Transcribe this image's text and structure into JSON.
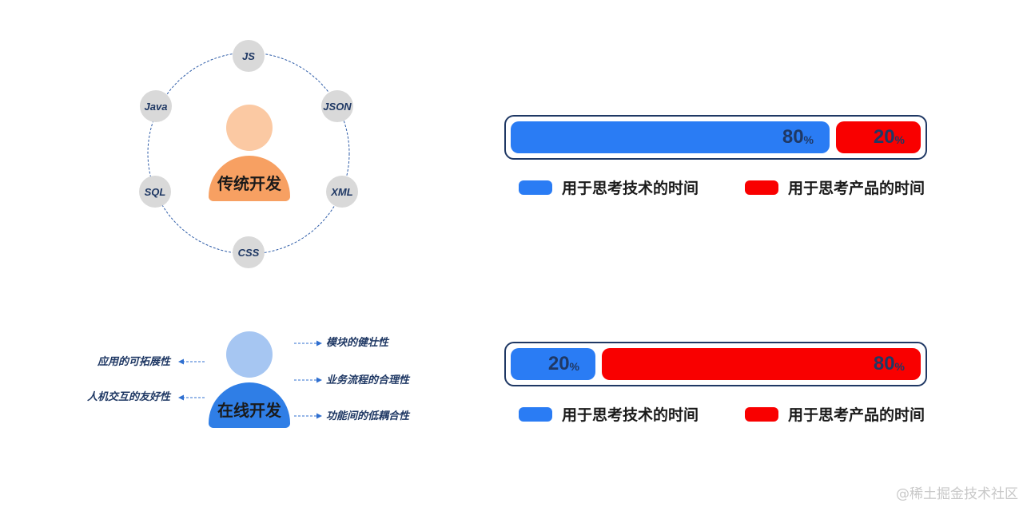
{
  "traditional": {
    "label": "传统开发",
    "head_color": "#fbc9a3",
    "body_color": "#f7a062",
    "nodes": [
      "JS",
      "JSON",
      "XML",
      "CSS",
      "SQL",
      "Java"
    ]
  },
  "online": {
    "label": "在线开发",
    "head_color": "#a6c6f2",
    "body_color": "#2f7ee6",
    "features_left": [
      "应用的可拓展性",
      "人机交互的友好性"
    ],
    "features_right": [
      "模块的健壮性",
      "业务流程的合理性",
      "功能间的低耦合性"
    ]
  },
  "bars": {
    "top": {
      "tech_value": "80",
      "product_value": "20",
      "tech_fraction": 0.8,
      "product_fraction": 0.2
    },
    "bottom": {
      "tech_value": "20",
      "product_value": "80",
      "tech_fraction": 0.2,
      "product_fraction": 0.8
    },
    "percent_sign": "%"
  },
  "legend": {
    "tech_label": "用于思考技术的时间",
    "product_label": "用于思考产品的时间",
    "tech_color": "#2a7cf4",
    "product_color": "#f90000"
  },
  "watermark": "@稀土掘金技术社区"
}
